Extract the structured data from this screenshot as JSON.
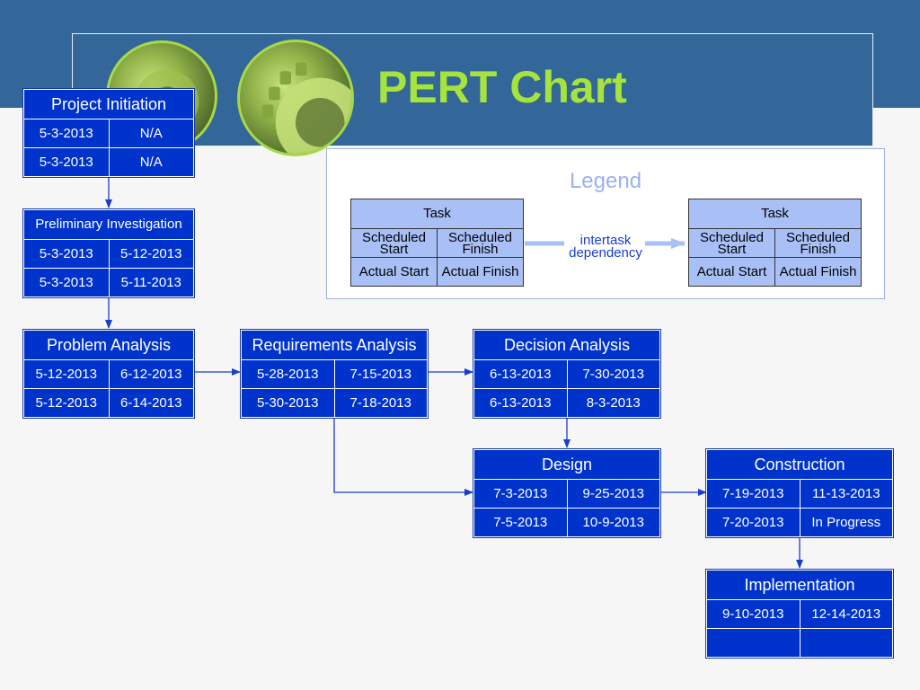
{
  "title": "PERT Chart",
  "legend": {
    "title": "Legend",
    "task_label": "Task",
    "scheduled_start": "Scheduled Start",
    "scheduled_finish": "Scheduled Finish",
    "actual_start": "Actual Start",
    "actual_finish": "Actual Finish",
    "dependency_label": "intertask dependency"
  },
  "tasks": {
    "project_initiation": {
      "name": "Project Initiation",
      "sched_start": "5-3-2013",
      "sched_finish": "N/A",
      "actual_start": "5-3-2013",
      "actual_finish": "N/A"
    },
    "preliminary_investigation": {
      "name": "Preliminary Investigation",
      "sched_start": "5-3-2013",
      "sched_finish": "5-12-2013",
      "actual_start": "5-3-2013",
      "actual_finish": "5-11-2013"
    },
    "problem_analysis": {
      "name": "Problem Analysis",
      "sched_start": "5-12-2013",
      "sched_finish": "6-12-2013",
      "actual_start": "5-12-2013",
      "actual_finish": "6-14-2013"
    },
    "requirements_analysis": {
      "name": "Requirements Analysis",
      "sched_start": "5-28-2013",
      "sched_finish": "7-15-2013",
      "actual_start": "5-30-2013",
      "actual_finish": "7-18-2013"
    },
    "decision_analysis": {
      "name": "Decision Analysis",
      "sched_start": "6-13-2013",
      "sched_finish": "7-30-2013",
      "actual_start": "6-13-2013",
      "actual_finish": "8-3-2013"
    },
    "design": {
      "name": "Design",
      "sched_start": "7-3-2013",
      "sched_finish": "9-25-2013",
      "actual_start": "7-5-2013",
      "actual_finish": "10-9-2013"
    },
    "construction": {
      "name": "Construction",
      "sched_start": "7-19-2013",
      "sched_finish": "11-13-2013",
      "actual_start": "7-20-2013",
      "actual_finish": "In Progress"
    },
    "implementation": {
      "name": "Implementation",
      "sched_start": "9-10-2013",
      "sched_finish": "12-14-2013",
      "actual_start": "",
      "actual_finish": ""
    }
  },
  "colors": {
    "node_fill": "#0033cc",
    "title_color": "#a6e33c",
    "header_band": "#336699",
    "legend_fill": "#a9c0f7",
    "connector": "#1a3dcc"
  }
}
